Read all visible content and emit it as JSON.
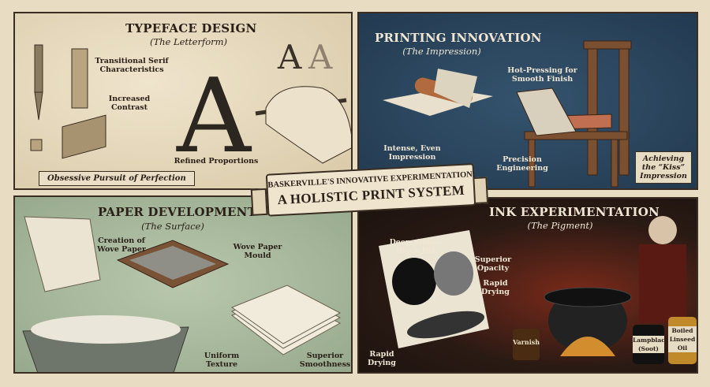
{
  "banner": {
    "line1": "BASKERVILLE'S INNOVATIVE EXPERIMENTATION:",
    "line2": "A HOLISTIC PRINT SYSTEM"
  },
  "typeface": {
    "title": "TYPEFACE DESIGN",
    "subtitle": "(The Letterform)",
    "labels": [
      "Transitional Serif\nCharacteristics",
      "Increased\nContrast",
      "Refined Proportions"
    ],
    "ribbon": "Obsessive Pursuit of Perfection",
    "sample_letters": [
      "A",
      "A",
      "A"
    ]
  },
  "printing": {
    "title": "PRINTING INNOVATION",
    "subtitle": "(The Impression)",
    "labels": [
      "Hot-Pressing for\nSmooth Finish",
      "Intense, Even\nImpression",
      "Precision\nEngineering"
    ],
    "callout": "Achieving\nthe “Kiss”\nImpression"
  },
  "paper": {
    "title": "PAPER DEVELOPMENT",
    "subtitle": "(The Surface)",
    "labels": [
      "Creation of\nWove Paper",
      "Wove Paper\nMould",
      "Uniform\nTexture",
      "Superior\nSmoothness"
    ]
  },
  "ink": {
    "title": "INK EXPERIMENTATION",
    "subtitle": "(The Pigment)",
    "labels": [
      "Deep, Glossy\nBlack Ink",
      "Superior\nOpacity",
      "Rapid\nDrying",
      "Rapid\nDrying"
    ],
    "jars": [
      "Varnish",
      "Lampblack\n(Soot)",
      "Boiled\nLinseed\nOil"
    ]
  },
  "colors": {
    "parchment": "#e8dcc3",
    "print_panel": "#2a4560",
    "paper_panel": "#a9b99d",
    "ink_panel": "#1e1512",
    "ink_glow": "#7a2a1a"
  }
}
